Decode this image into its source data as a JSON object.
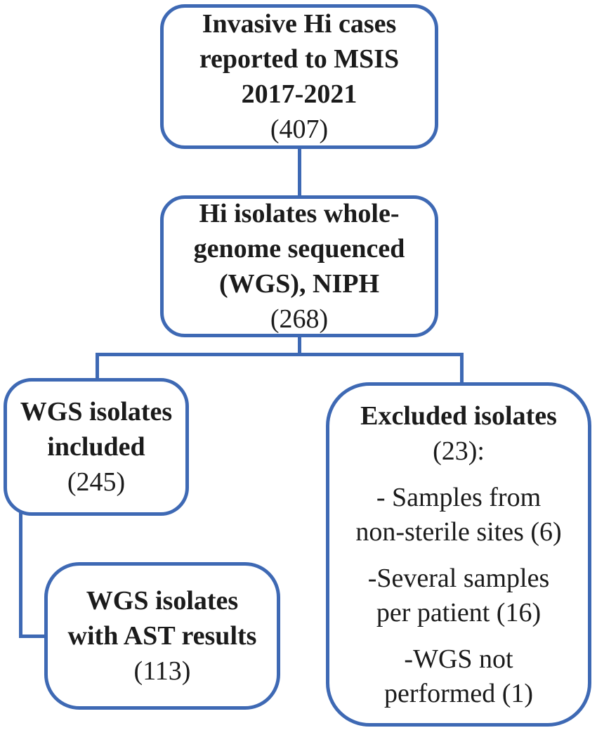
{
  "figure": {
    "type": "flowchart",
    "accent_color": "#3e69b4",
    "text_color": "#1b1b1b",
    "background_color": "#ffffff"
  },
  "boxes": {
    "msis": {
      "lines": [
        "Invasive Hi cases",
        "reported to MSIS",
        "2017-2021"
      ],
      "count": "(407)"
    },
    "wgs": {
      "lines": [
        "Hi isolates whole-",
        "genome sequenced",
        "(WGS), NIPH"
      ],
      "count": "(268)"
    },
    "included": {
      "lines": [
        "WGS isolates",
        "included"
      ],
      "count": "(245)"
    },
    "excluded": {
      "title": "Excluded isolates",
      "count": "(23):",
      "items": [
        "- Samples from\nnon-sterile sites (6)",
        "-Several samples\nper patient (16)",
        "-WGS not\nperformed (1)"
      ]
    },
    "ast": {
      "lines": [
        "WGS isolates",
        "with AST results"
      ],
      "count": "(113)"
    }
  }
}
